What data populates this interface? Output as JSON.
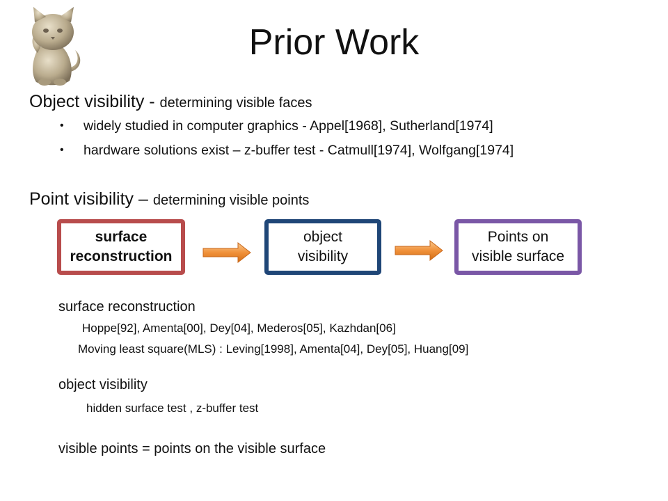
{
  "slide": {
    "title": "Prior Work"
  },
  "icons": {
    "cat_figure": "cat-statue-icon",
    "arrow": "right-arrow-icon"
  },
  "colors": {
    "surface_box_border": "#b84c4c",
    "object_box_border": "#1f4677",
    "points_box_border": "#7a57a6",
    "arrow_fill": "#f0913a"
  },
  "sections": {
    "object_visibility": {
      "heading": "Object visibility - ",
      "subheading": "determining visible faces",
      "bullets": [
        "widely studied in computer graphics - Appel[1968], Sutherland[1974]",
        "hardware solutions exist – z-buffer test  - Catmull[1974], Wolfgang[1974]"
      ]
    },
    "point_visibility": {
      "heading": "Point visibility – ",
      "subheading": "determining visible points"
    }
  },
  "flow": {
    "box1": {
      "line1": "surface",
      "line2": "reconstruction"
    },
    "box2": {
      "line1": "object",
      "line2": "visibility"
    },
    "box3": {
      "line1": "Points on",
      "line2": "visible surface"
    }
  },
  "details": {
    "surface_reconstruction": {
      "heading": "surface reconstruction",
      "refs": [
        "Hoppe[92], Amenta[00], Dey[04], Mederos[05],  Kazhdan[06]",
        "Moving least square(MLS) : Leving[1998], Amenta[04], Dey[05], Huang[09]"
      ]
    },
    "object_visibility": {
      "heading": "object visibility",
      "refs": [
        "hidden  surface test , z-buffer test"
      ]
    },
    "visible_points": {
      "text": "visible points = points on the visible surface"
    }
  }
}
